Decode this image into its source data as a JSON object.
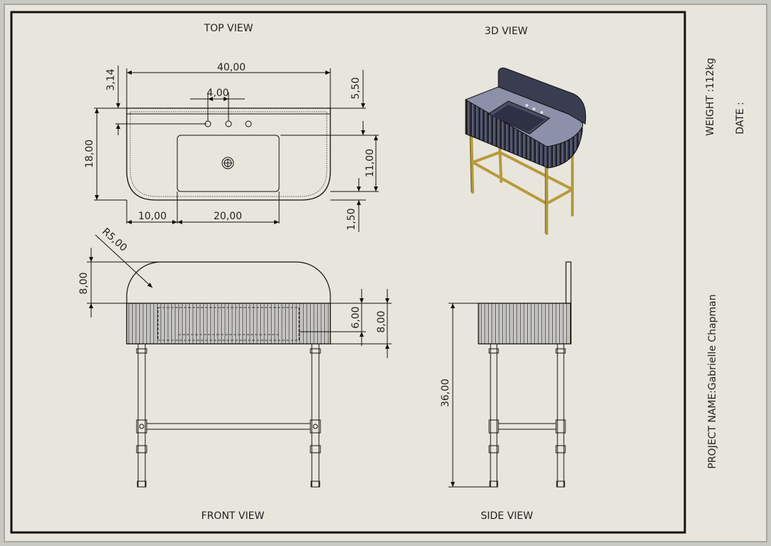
{
  "views": {
    "top": "TOP VIEW",
    "iso": "3D VIEW",
    "front": "FRONT VIEW",
    "side": "SIDE VIEW"
  },
  "dimensions": {
    "top_width": "40,00",
    "top_offset": "3,14",
    "top_holes": "4,00",
    "top_back": "5,50",
    "top_depth": "18,00",
    "top_bowl_depth": "11,00",
    "top_left": "10,00",
    "top_bowl_width": "20,00",
    "top_front": "1,50",
    "front_radius": "R5,00",
    "front_splash": "8,00",
    "front_drawer": "6,00",
    "front_apron": "8,00",
    "side_height": "36,00"
  },
  "title_block": {
    "weight": "WEIGHT :112kg",
    "date": "DATE :",
    "project": "PROJECT NAME:Gabrielle Chapman"
  },
  "colors": {
    "paper": "#e8e6dc",
    "line": "#111111",
    "basin": "#3a3d52",
    "basin_top": "#8c90a8",
    "brass": "#b89a3c"
  }
}
